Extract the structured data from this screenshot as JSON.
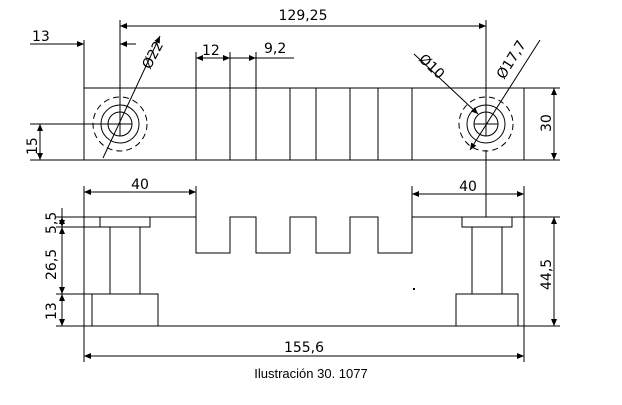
{
  "drawing": {
    "caption": "Ilustración 30. 1077",
    "top_view": {
      "dim_total_hole_spacing": "129,25",
      "dim_left_offset": "13",
      "dim_big_hole_dia": "Ø22",
      "dim_slot_width": "12",
      "dim_tooth_width": "9,2",
      "dim_hole_center_height": "15",
      "dim_hole_dia_small": "Ø10",
      "dim_hole_dia_large": "Ø17,7",
      "dim_height": "30"
    },
    "front_view": {
      "dim_left_section": "40",
      "dim_right_section": "40",
      "dim_top_flange": "5,5",
      "dim_middle_section": "26,5",
      "dim_bottom_base": "13",
      "dim_total_height": "44,5",
      "dim_total_length": "155,6"
    }
  }
}
